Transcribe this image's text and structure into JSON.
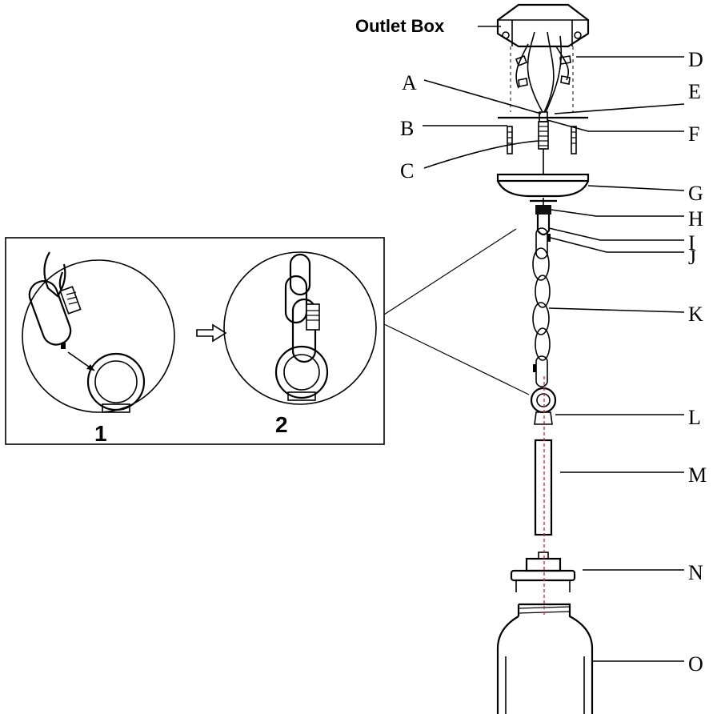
{
  "outlet_box_label": "Outlet Box",
  "part_labels": [
    "A",
    "B",
    "C",
    "D",
    "E",
    "F",
    "G",
    "H",
    "I",
    "J",
    "K",
    "L",
    "M",
    "N",
    "O"
  ],
  "inset": {
    "step_labels": [
      "1",
      "2"
    ]
  }
}
